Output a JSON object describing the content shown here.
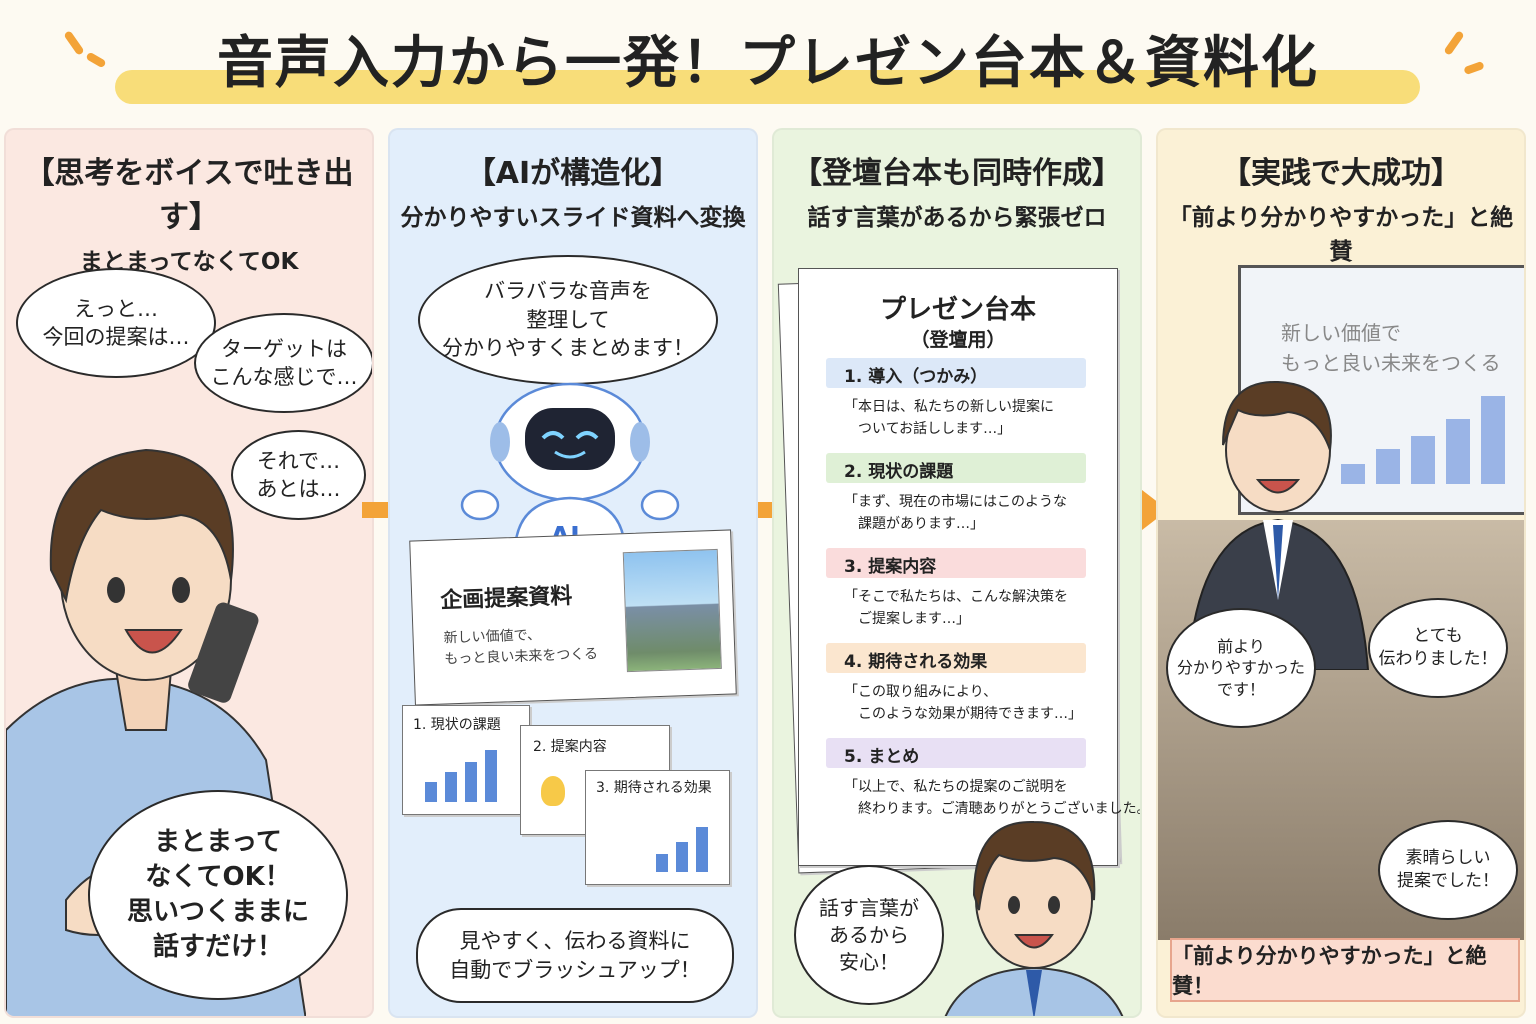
{
  "title": "音声入力から一発！プレゼン台本＆資料化",
  "colors": {
    "accent_orange": "#f3a338",
    "banner_yellow": "#f8dd79",
    "panel1": "#fbe8e1",
    "panel2": "#e2eefb",
    "panel3": "#eaf4df",
    "panel4": "#fbf1d6"
  },
  "panels": [
    {
      "heading": "【思考をボイスで吐き出す】",
      "subheading": "まとまってなくてOK",
      "bubbles": [
        "えっと…\n今回の提案は…",
        "ターゲットは\nこんな感じで…",
        "それで…\nあとは…",
        "まとまって\nなくてOK！\n思いつくままに\n話すだけ！"
      ]
    },
    {
      "heading": "【AIが構造化】",
      "subheading": "分かりやすいスライド資料へ変換",
      "bubble": "バラバラな音声を\n整理して\n分かりやすくまとめます！",
      "robot_label": "AI",
      "slide": {
        "title": "企画提案資料",
        "body": "新しい価値で、\nもっと良い未来をつくる"
      },
      "minis": [
        "1. 現状の課題",
        "2. 提案内容",
        "3. 期待される効果"
      ],
      "caption": "見やすく、伝わる資料に\n自動でブラッシュアップ！"
    },
    {
      "heading": "【登壇台本も同時作成】",
      "subheading": "話す言葉があるから緊張ゼロ",
      "doc_title": "プレゼン台本",
      "doc_sub": "（登壇用）",
      "sections": [
        {
          "label": "1. 導入（つかみ）",
          "text": "「本日は、私たちの新しい提案に\n　ついてお話しします…」",
          "color": "#dce8f8"
        },
        {
          "label": "2. 現状の課題",
          "text": "「まず、現在の市場にはこのような\n　課題があります…」",
          "color": "#dff0d6"
        },
        {
          "label": "3. 提案内容",
          "text": "「そこで私たちは、こんな解決策を\n　ご提案します…」",
          "color": "#fadcdc"
        },
        {
          "label": "4. 期待される効果",
          "text": "「この取り組みにより、\n　このような効果が期待できます…」",
          "color": "#fbe6cf"
        },
        {
          "label": "5. まとめ",
          "text": "「以上で、私たちの提案のご説明を\n　終わります。ご清聴ありがとうございました。」",
          "color": "#e8e0f4"
        }
      ],
      "bubble": "話す言葉が\nあるから\n安心！"
    },
    {
      "heading": "【実践で大成功】",
      "subheading": "「前より分かりやすかった」と絶賛",
      "screen_text": "新しい価値で\nもっと良い未来をつくる",
      "bubbles": [
        "前より\n分かりやすかった\nです！",
        "とても\n伝わりました！",
        "素晴らしい\n提案でした！"
      ],
      "banner": "「前より分かりやすかった」と絶賛！"
    }
  ]
}
